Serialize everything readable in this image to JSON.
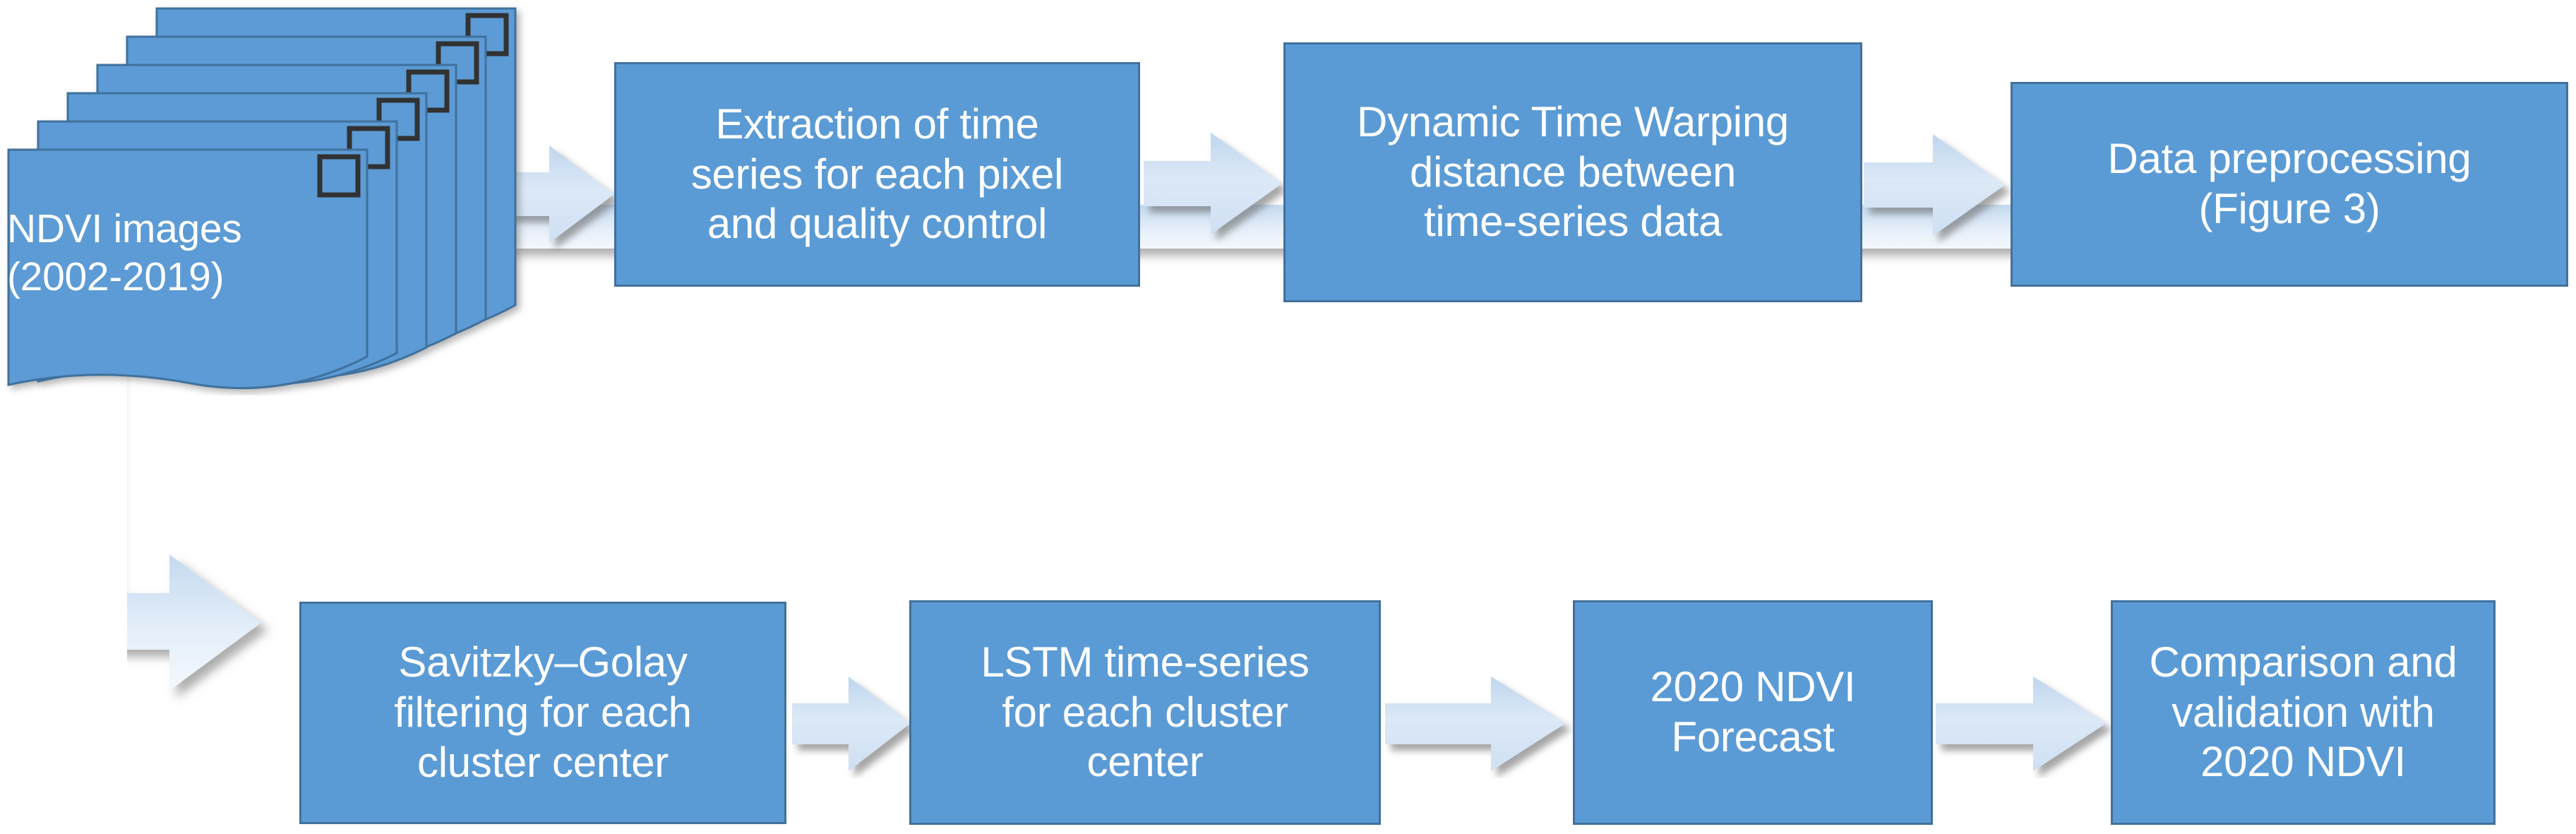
{
  "diagram": {
    "title": "NDVI time-series forecasting workflow",
    "colors": {
      "box_fill": "#5B9BD5",
      "box_border": "#41719C",
      "box_text": "#FFFFFF",
      "arrow_fill_light": "#DCE9F7",
      "arrow_fill_mid": "#C5D9EE",
      "background": "#FFFFFF",
      "marker_outline": "#333333"
    },
    "source_node": {
      "id": "ndvi-images",
      "shape": "stacked-documents",
      "sheet_count": 6,
      "label_line_1": "NDVI images",
      "label_line_2": "(2002-2019)",
      "label": "NDVI images\n(2002-2019)"
    },
    "nodes": [
      {
        "id": "extraction-time-series",
        "row": "top",
        "label": "Extraction of time\nseries for each pixel\nand quality control"
      },
      {
        "id": "dtw-distance",
        "row": "top",
        "label": "Dynamic Time Warping\ndistance between\ntime-series data"
      },
      {
        "id": "data-preprocessing",
        "row": "top",
        "label": "Data preprocessing\n(Figure 3)"
      },
      {
        "id": "savitzky-golay-filtering",
        "row": "bottom",
        "label": "Savitzky–Golay\nfiltering for each\ncluster center"
      },
      {
        "id": "lstm-time-series",
        "row": "bottom",
        "label": "LSTM time-series\nfor each cluster\ncenter"
      },
      {
        "id": "ndvi-forecast",
        "row": "bottom",
        "label": "2020  NDVI\nForecast"
      },
      {
        "id": "comparison-validation",
        "row": "bottom",
        "label": "Comparison and\nvalidation with\n2020 NDVI"
      }
    ],
    "connectors": [
      {
        "id": "arrow-1",
        "from": "ndvi-images",
        "to": "extraction-time-series",
        "kind": "block-arrow-right"
      },
      {
        "id": "arrow-2",
        "from": "extraction-time-series",
        "to": "dtw-distance",
        "kind": "block-arrow-right"
      },
      {
        "id": "arrow-3",
        "from": "dtw-distance",
        "to": "data-preprocessing",
        "kind": "block-arrow-right"
      },
      {
        "id": "arrow-feedback",
        "from": "data-preprocessing",
        "to": "savitzky-golay-filtering",
        "kind": "bent-block-arrow"
      },
      {
        "id": "arrow-4",
        "from": "savitzky-golay-filtering",
        "to": "lstm-time-series",
        "kind": "block-arrow-right"
      },
      {
        "id": "arrow-5",
        "from": "lstm-time-series",
        "to": "ndvi-forecast",
        "kind": "block-arrow-right"
      },
      {
        "id": "arrow-6",
        "from": "ndvi-forecast",
        "to": "comparison-validation",
        "kind": "block-arrow-right"
      }
    ]
  }
}
